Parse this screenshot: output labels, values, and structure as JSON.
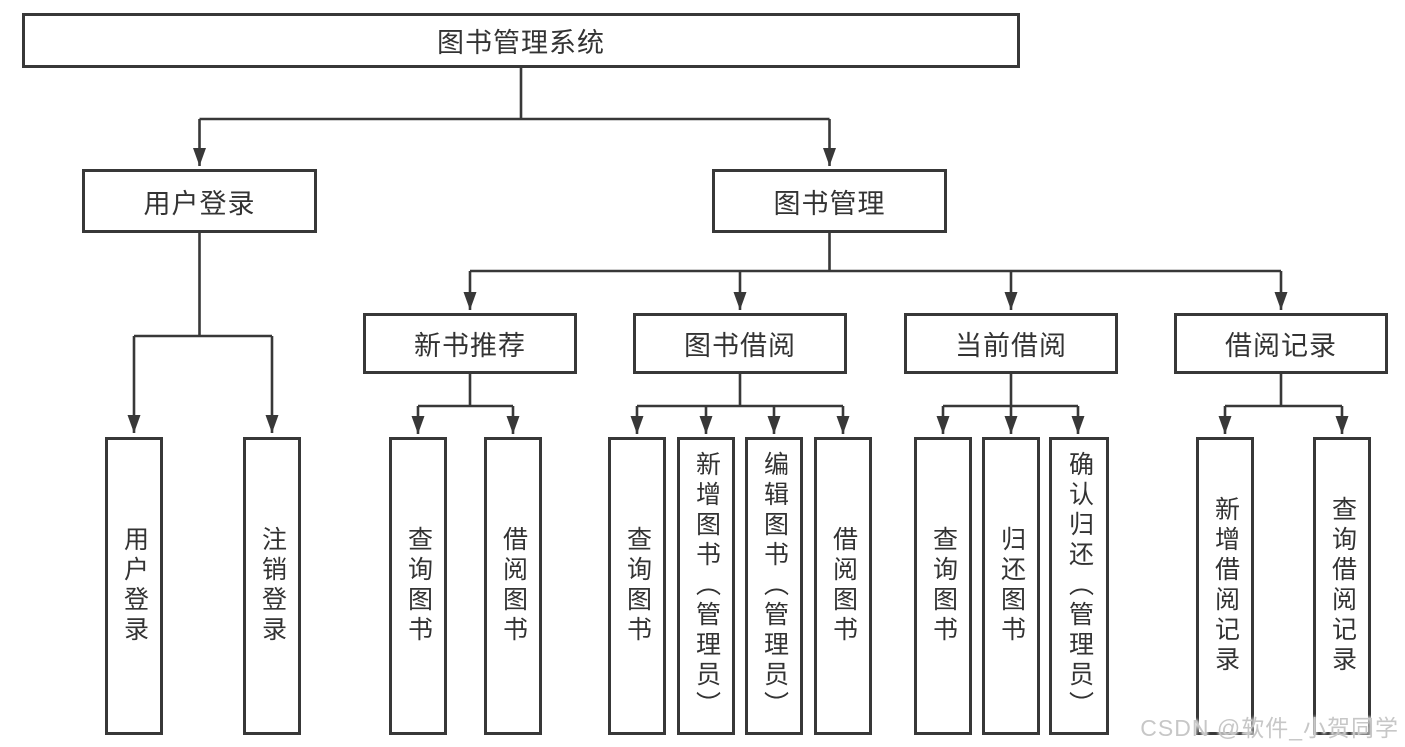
{
  "diagram": {
    "root": {
      "label": "图书管理系统"
    },
    "user_login": {
      "label": "用户登录",
      "children": [
        {
          "label": "用户登录"
        },
        {
          "label": "注销登录"
        }
      ]
    },
    "book_management": {
      "label": "图书管理",
      "sections": {
        "new_book": {
          "label": "新书推荐",
          "children": [
            {
              "label": "查询图书"
            },
            {
              "label": "借阅图书"
            }
          ]
        },
        "borrow": {
          "label": "图书借阅",
          "children": [
            {
              "label": "查询图书"
            },
            {
              "label": "新增图书（管理员）"
            },
            {
              "label": "编辑图书（管理员）"
            },
            {
              "label": "借阅图书"
            }
          ]
        },
        "current": {
          "label": "当前借阅",
          "children": [
            {
              "label": "查询图书"
            },
            {
              "label": "归还图书"
            },
            {
              "label": "确认归还（管理员）"
            }
          ]
        },
        "records": {
          "label": "借阅记录",
          "children": [
            {
              "label": "新增借阅记录"
            },
            {
              "label": "查询借阅记录"
            }
          ]
        }
      }
    }
  },
  "watermark": {
    "text": "CSDN @软件_小贺同学"
  },
  "colors": {
    "line": "#383838",
    "text": "#333333",
    "background": "#ffffff",
    "watermark": "#c7c7c7"
  }
}
